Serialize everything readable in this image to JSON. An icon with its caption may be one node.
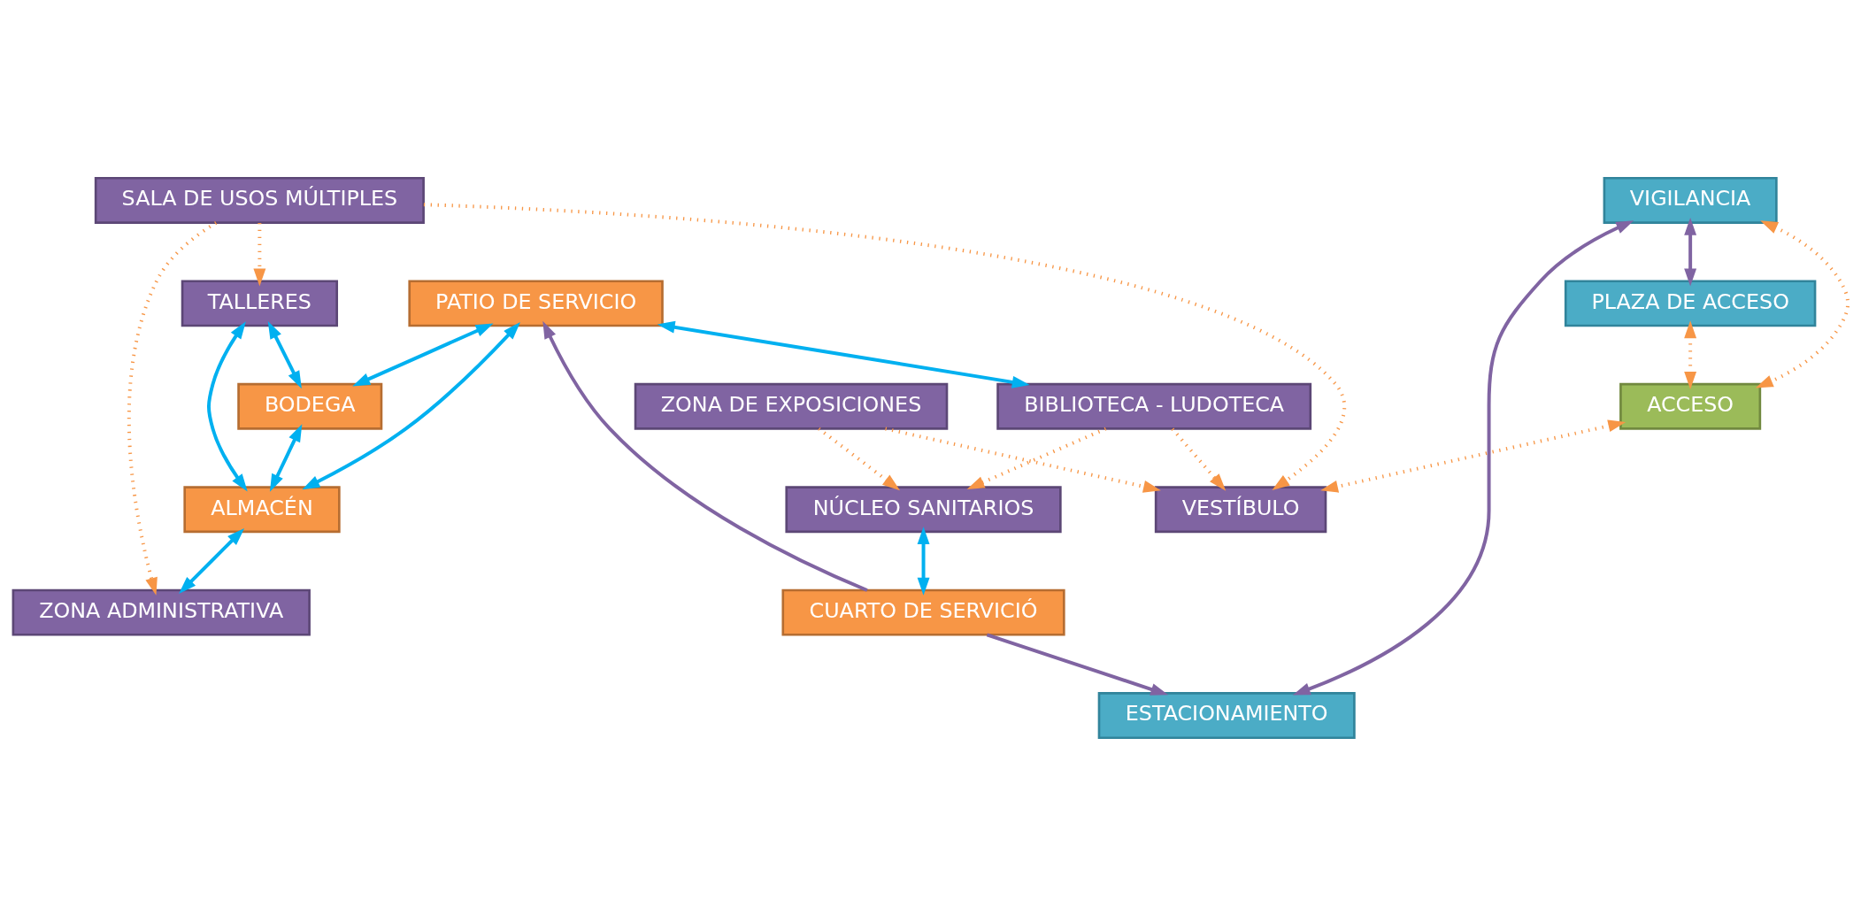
{
  "diagram": {
    "nodes": [
      {
        "text": [
          "PLAZA DE ACCESO"
        ]
      },
      {
        "text": [
          "VIGILANCIA"
        ]
      },
      {
        "text": [
          "ZONA ADMINISTRATIVA"
        ]
      },
      {
        "text": [
          "ACCESO"
        ]
      },
      {
        "text": [
          "ESTACIONAMIENTO"
        ]
      },
      {
        "text": [
          "SALA DE USOS MÚLTIPLES"
        ]
      },
      {
        "text": [
          "VESTÍBULO"
        ]
      },
      {
        "text": [
          "BIBLIOTECA - LUDOTECA"
        ]
      },
      {
        "text": [
          "TALLERES"
        ]
      },
      {
        "text": [
          "ZONA DE EXPOSICIONES"
        ]
      },
      {
        "text": [
          "NÚCLEO SANITARIOS"
        ]
      },
      {
        "text": [
          "BODEGA"
        ]
      },
      {
        "text": [
          "ALMACÉN"
        ]
      },
      {
        "text": [
          "CUARTO DE SERVICIÓ"
        ]
      },
      {
        "text": [
          "PATIO DE SERVICIO"
        ]
      }
    ],
    "edges": [
      {
        "from": 1,
        "to": 0,
        "arrow": "both",
        "color": "#8064a2"
      },
      {
        "from": 1,
        "to": 4,
        "arrow": "both",
        "color": "#8064a2"
      },
      {
        "from": 1,
        "to": 3,
        "arrow": "both",
        "style": "dashed"
      },
      {
        "from": 0,
        "to": 3,
        "arrow": "both",
        "style": "dashed"
      },
      {
        "from": 3,
        "to": 6,
        "arrow": "both",
        "style": "dashed"
      },
      {
        "from": 5,
        "to": 2,
        "arrow": "to",
        "style": "dashed"
      },
      {
        "from": 5,
        "to": 6,
        "arrow": "to",
        "style": "dashed"
      },
      {
        "from": 5,
        "to": 8,
        "arrow": "to",
        "style": "dashed"
      },
      {
        "from": 7,
        "to": 6,
        "arrow": "to",
        "style": "dashed"
      },
      {
        "from": 7,
        "to": 10,
        "arrow": "to",
        "style": "dashed"
      },
      {
        "from": 9,
        "to": 6,
        "arrow": "to",
        "style": "dashed"
      },
      {
        "from": 9,
        "to": 10,
        "arrow": "to",
        "style": "dashed"
      },
      {
        "from": 13,
        "to": 4,
        "arrow": "to",
        "color": "#8064a2"
      },
      {
        "from": 13,
        "to": 14,
        "arrow": "to",
        "color": "#8064a2"
      },
      {
        "from": 10,
        "to": 13,
        "arrow": "both",
        "color": "#00b0f0"
      },
      {
        "from": 14,
        "to": 7,
        "arrow": "both",
        "color": "#00b0f0"
      },
      {
        "from": 14,
        "to": 11,
        "arrow": "both",
        "color": "#00b0f0"
      },
      {
        "from": 14,
        "to": 12,
        "arrow": "both",
        "color": "#00b0f0"
      },
      {
        "from": 8,
        "to": 11,
        "arrow": "both",
        "color": "#00b0f0"
      },
      {
        "from": 8,
        "to": 12,
        "arrow": "both",
        "color": "#00b0f0"
      },
      {
        "from": 11,
        "to": 12,
        "arrow": "both",
        "color": "#00b0f0"
      },
      {
        "from": 12,
        "to": 2,
        "arrow": "both",
        "color": "#00b0f0"
      }
    ]
  }
}
